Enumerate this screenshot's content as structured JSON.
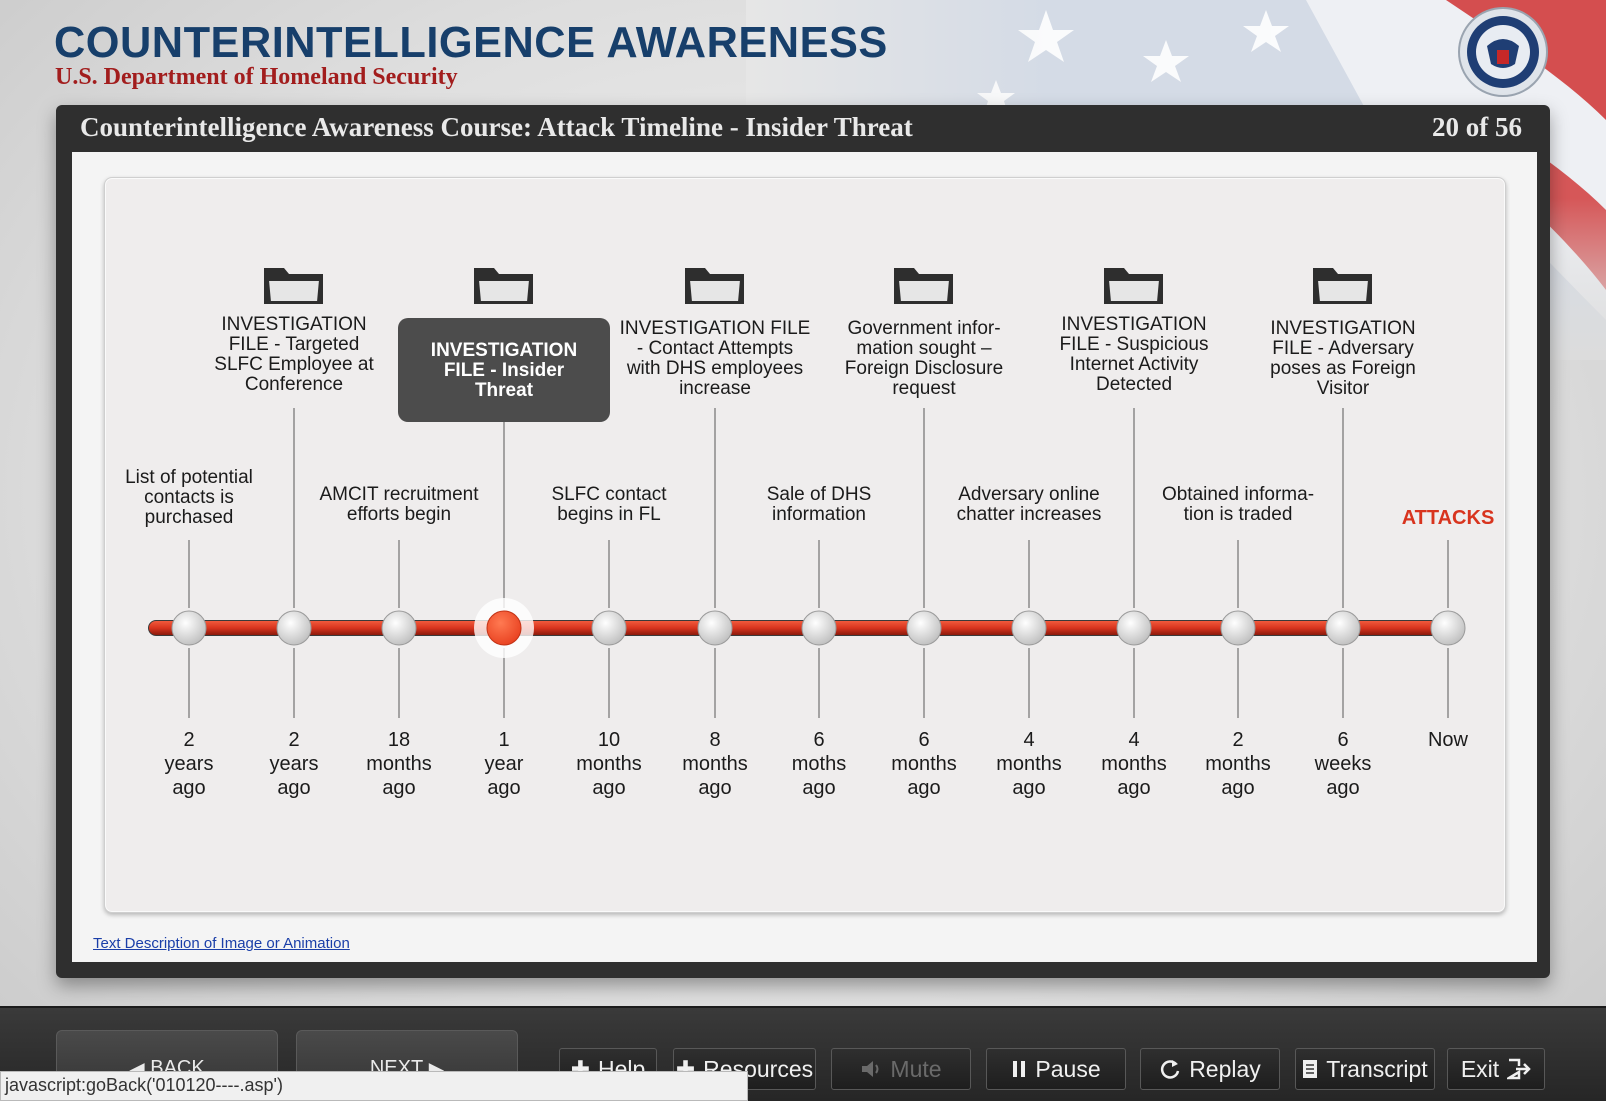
{
  "header": {
    "title": "COUNTERINTELLIGENCE AWARENESS",
    "subtitle": "U.S. Department of Homeland Security",
    "seal_icon": "dhs-seal-icon"
  },
  "course": {
    "title": "Counterintelligence Awareness Course: Attack Timeline - Insider Threat",
    "page_counter": "20 of 56"
  },
  "timeline": {
    "events": [
      {
        "above": [
          "List of potential",
          "contacts is",
          "purchased"
        ],
        "time": [
          "2",
          "years",
          "ago"
        ]
      },
      {
        "upper": [
          "INVESTIGATION",
          "FILE - Targeted",
          "SLFC Employee at",
          "Conference"
        ],
        "time": [
          "2",
          "years",
          "ago"
        ]
      },
      {
        "above": [
          "AMCIT recruitment",
          "efforts begin"
        ],
        "time": [
          "18",
          "months",
          "ago"
        ]
      },
      {
        "upper": [
          "INVESTIGATION",
          "FILE - Insider",
          "Threat"
        ],
        "time": [
          "1",
          "year",
          "ago"
        ],
        "highlighted": true
      },
      {
        "above": [
          "SLFC contact",
          "begins in FL"
        ],
        "time": [
          "10",
          "months",
          "ago"
        ]
      },
      {
        "upper": [
          "INVESTIGATION FILE",
          "- Contact Attempts",
          "with DHS employees",
          "increase"
        ],
        "time": [
          "8",
          "months",
          "ago"
        ]
      },
      {
        "above": [
          "Sale of DHS",
          "information"
        ],
        "time": [
          "6",
          "moths",
          "ago"
        ]
      },
      {
        "upper": [
          "Government infor-",
          "mation sought –",
          "Foreign Disclosure",
          "request"
        ],
        "time": [
          "6",
          "months",
          "ago"
        ]
      },
      {
        "above": [
          "Adversary online",
          "chatter increases"
        ],
        "time": [
          "4",
          "months",
          "ago"
        ]
      },
      {
        "upper": [
          "INVESTIGATION",
          "FILE - Suspicious",
          "Internet Activity",
          "Detected"
        ],
        "time": [
          "4",
          "months",
          "ago"
        ]
      },
      {
        "above": [
          "Obtained informa-",
          "tion is traded"
        ],
        "time": [
          "2",
          "months",
          "ago"
        ]
      },
      {
        "upper": [
          "INVESTIGATION",
          "FILE - Adversary",
          "poses as Foreign",
          "Visitor"
        ],
        "time": [
          "6",
          "weeks",
          "ago"
        ]
      },
      {
        "above": [
          "ATTACKS"
        ],
        "time": [
          "Now"
        ],
        "attacks": true
      }
    ],
    "colors": {
      "line": "#d8341e",
      "highlight_node": "#e8401f",
      "highlight_box": "#4c4c4c",
      "attacks_text": "#d8341e"
    }
  },
  "links": {
    "text_description": "Text Description of Image or Animation"
  },
  "footer": {
    "back_label": "BACK",
    "next_label": "NEXT",
    "help_label": "Help",
    "resources_label": "Resources",
    "mute_label": "Mute",
    "pause_label": "Pause",
    "replay_label": "Replay",
    "transcript_label": "Transcript",
    "exit_label": "Exit"
  },
  "status_bar": {
    "text": "javascript:goBack('010120----.asp')"
  }
}
